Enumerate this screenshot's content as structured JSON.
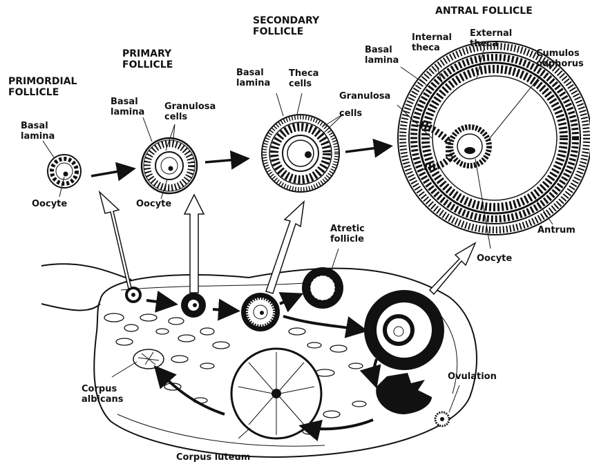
{
  "titles": {
    "primordial": "PRIMORDIAL\nFOLLICLE",
    "primary": "PRIMARY\nFOLLICLE",
    "secondary": "SECONDARY\nFOLLICLE",
    "antral": "ANTRAL FOLLICLE"
  },
  "labels": {
    "primordial_basal_lamina": "Basal\nlamina",
    "primordial_oocyte": "Oocyte",
    "primary_basal_lamina": "Basal\nlamina",
    "primary_granulosa": "Granulosa\ncells",
    "primary_oocyte": "Oocyte",
    "secondary_basal_lamina": "Basal\nlamina",
    "secondary_theca": "Theca\ncells",
    "secondary_granulosa": "Granulosa\ncells",
    "antral_basal_lamina": "Basal\nlamina",
    "antral_internal_theca": "Internal\ntheca",
    "antral_external_theca": "External\ntheca",
    "antral_cumulus": "Cumulos\noophorus",
    "antral_antrum": "Antrum",
    "antral_oocyte": "Oocyte",
    "atretic": "Atretic\nfollicle",
    "ovulation": "Ovulation",
    "corpus_albicans": "Corpus\nalbicans",
    "corpus_luteum": "Corpus luteum"
  }
}
